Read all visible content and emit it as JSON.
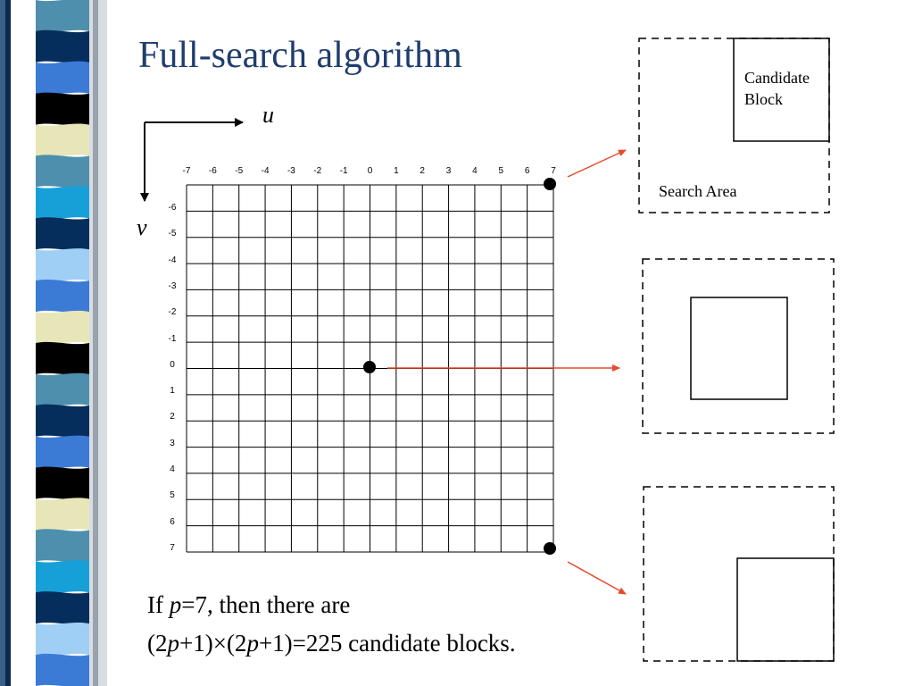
{
  "slide": {
    "title": "Full-search algorithm"
  },
  "axes": {
    "u_label": "u",
    "v_label": "v",
    "u_ticks": [
      "-7",
      "-6",
      "-5",
      "-4",
      "-3",
      "-2",
      "-1",
      "0",
      "1",
      "2",
      "3",
      "4",
      "5",
      "6",
      "7"
    ],
    "v_ticks": [
      "-6",
      "-5",
      "-4",
      "-3",
      "-2",
      "-1",
      "0",
      "1",
      "2",
      "3",
      "4",
      "5",
      "6",
      "7"
    ]
  },
  "boxes": {
    "candidate_line1": "Candidate",
    "candidate_line2": "Block",
    "search_area": "Search Area"
  },
  "caption": {
    "line1_pre": "If ",
    "line1_var": "p",
    "line1_post": "=7, then there are",
    "line2_a": "(2",
    "line2_var1": "p",
    "line2_b": "+1)×(2",
    "line2_var2": "p",
    "line2_c": "+1)=225 candidate blocks."
  },
  "colors": {
    "title": "#1f3d6e",
    "arrow": "#e8492a",
    "stripes": [
      "#4d8fac",
      "#062e5c",
      "#3b7bd6",
      "#000000",
      "#e6e6b8",
      "#4d8fac",
      "#17a0d8",
      "#062e5c",
      "#9fcff5",
      "#3b7bd6",
      "#e6e6b8",
      "#000000"
    ]
  }
}
